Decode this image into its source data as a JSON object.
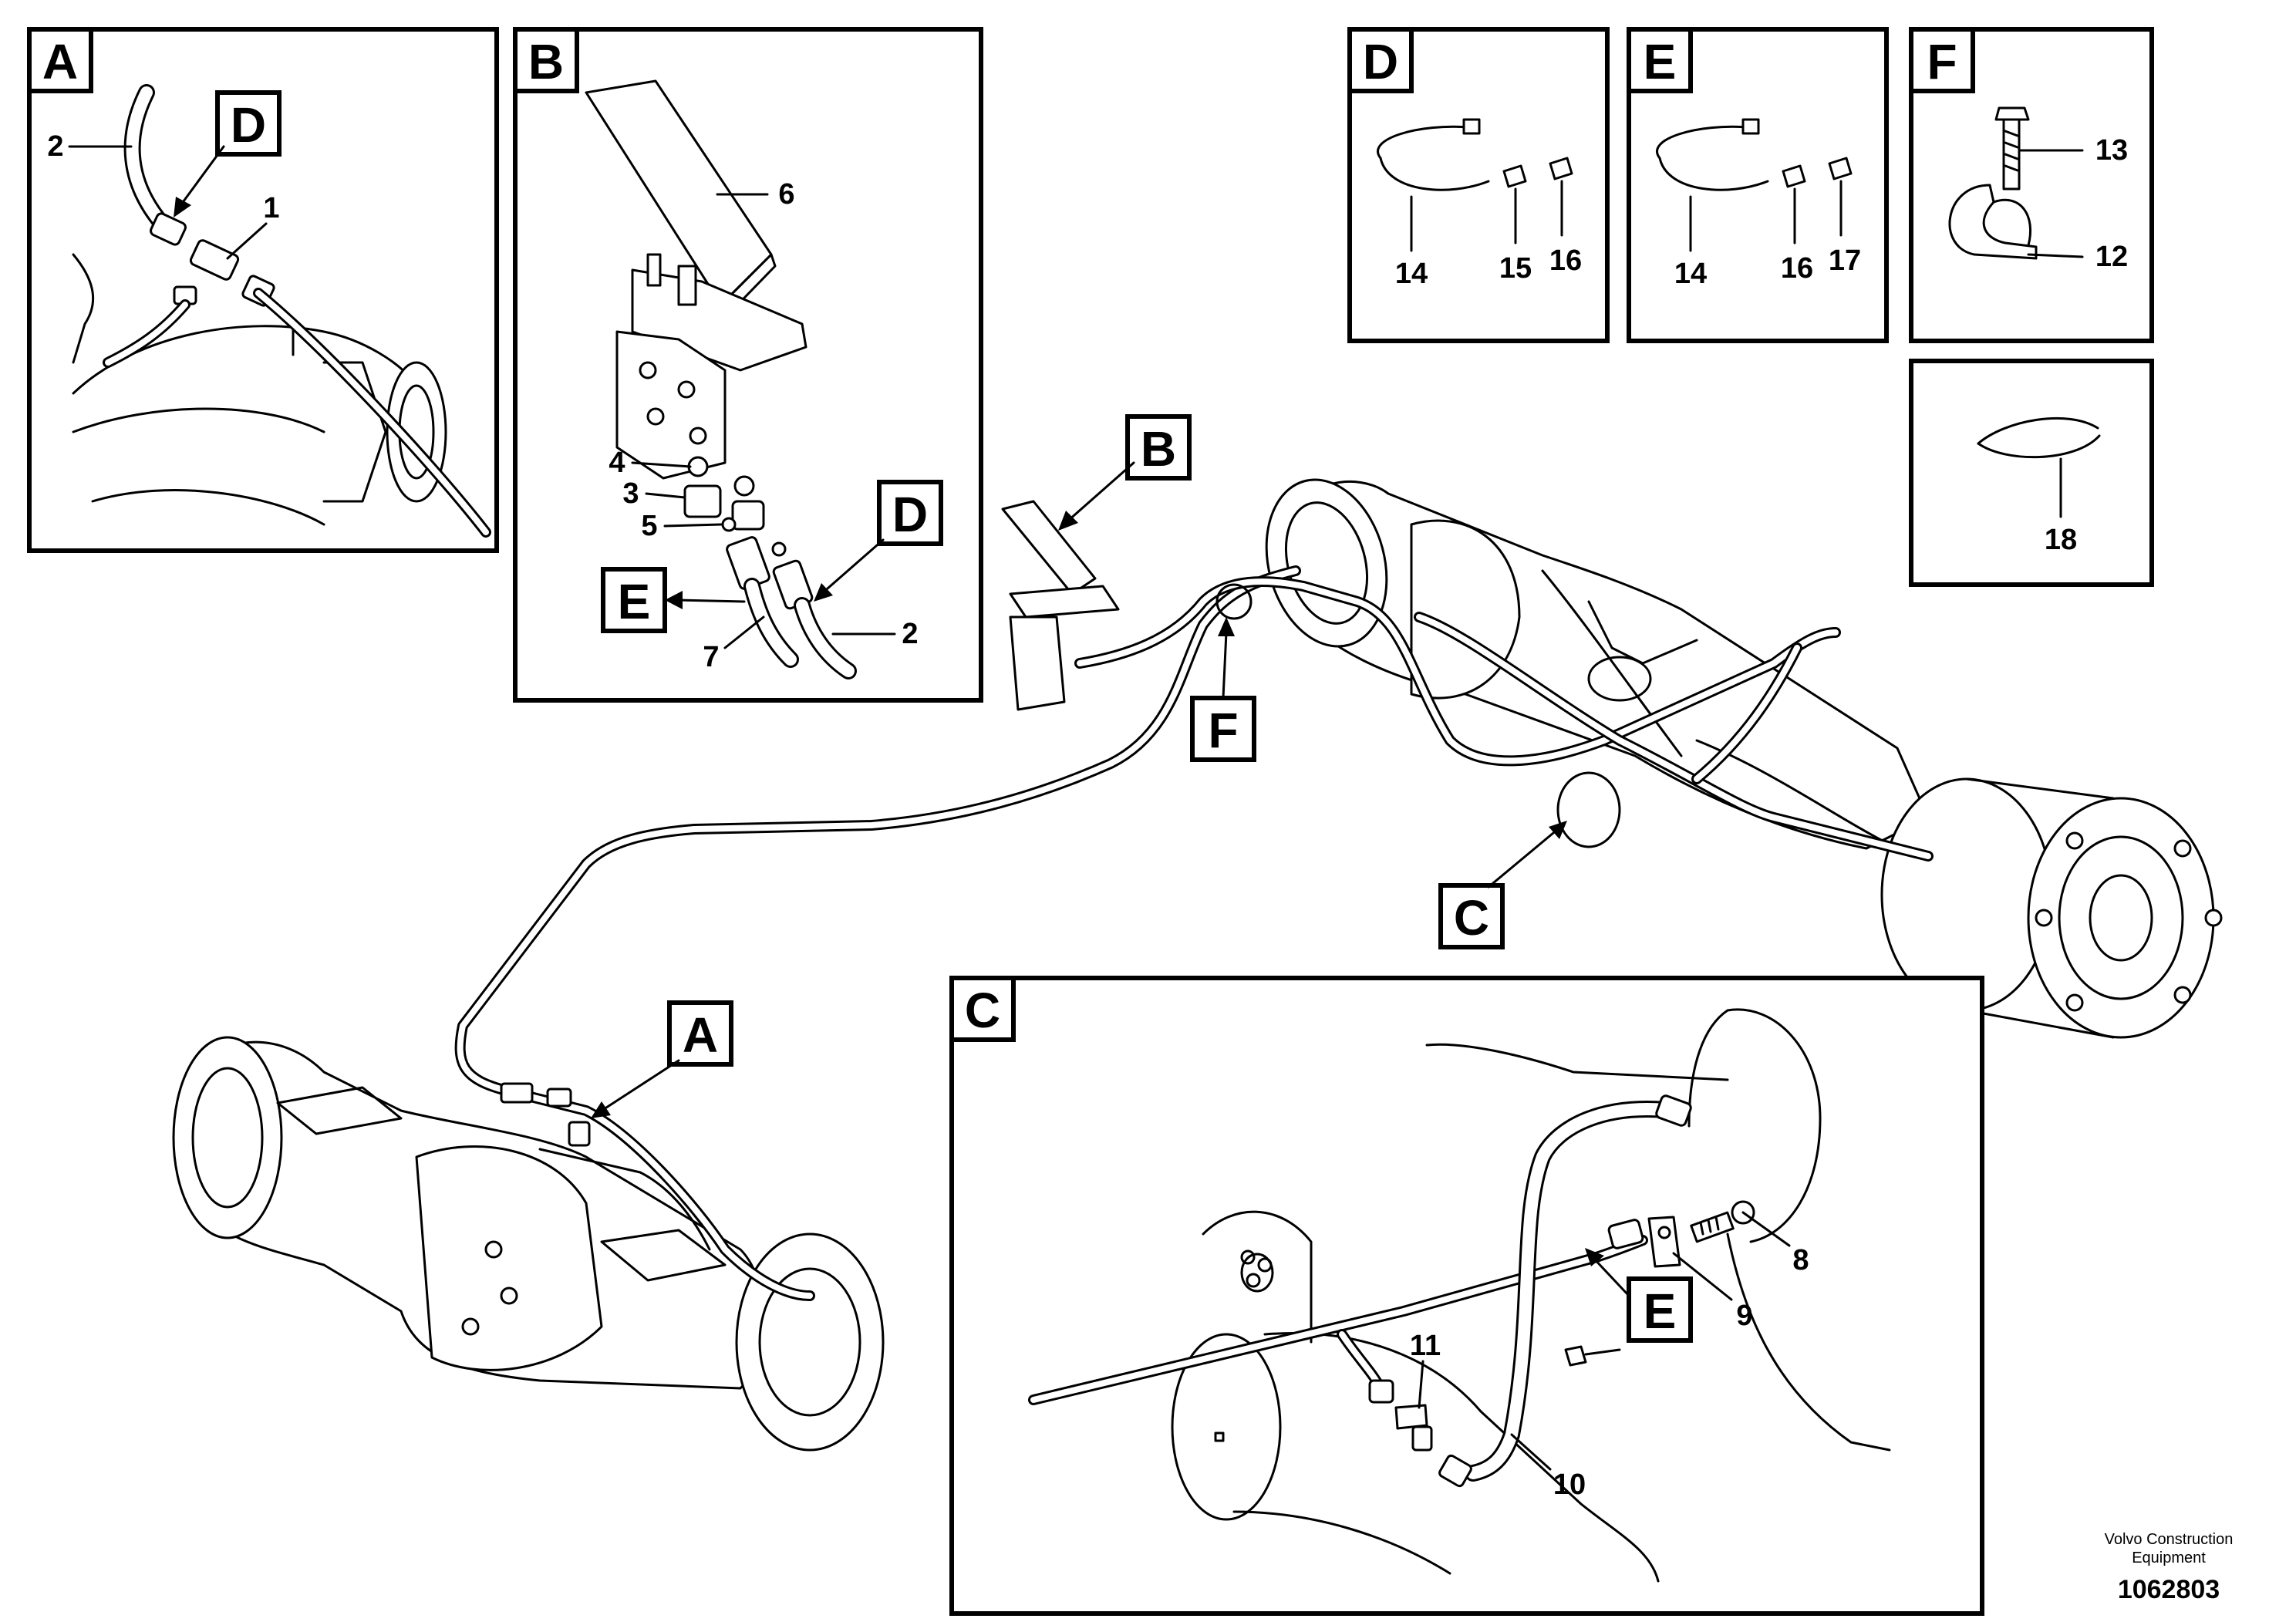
{
  "panel_labels": {
    "A": "A",
    "B": "B",
    "C": "C",
    "D": "D",
    "E": "E",
    "F": "F"
  },
  "callout_tags": {
    "A_inset_D": "D",
    "B_inset_D": "D",
    "B_inset_E": "E",
    "main_B": "B",
    "main_F": "F",
    "main_C": "C",
    "main_A": "A",
    "C_inset_E": "E"
  },
  "part_numbers": {
    "a_2": "2",
    "a_1": "1",
    "b_6": "6",
    "b_4": "4",
    "b_3": "3",
    "b_5": "5",
    "b_7": "7",
    "b_2": "2",
    "d_14": "14",
    "d_15": "15",
    "d_16": "16",
    "e_14": "14",
    "e_16": "16",
    "e_17": "17",
    "f_13": "13",
    "f_12": "12",
    "g_18": "18",
    "c_8": "8",
    "c_9": "9",
    "c_11": "11",
    "c_10": "10"
  },
  "credit": {
    "line1": "Volvo Construction",
    "line2": "Equipment",
    "doc_number": "1062803"
  }
}
